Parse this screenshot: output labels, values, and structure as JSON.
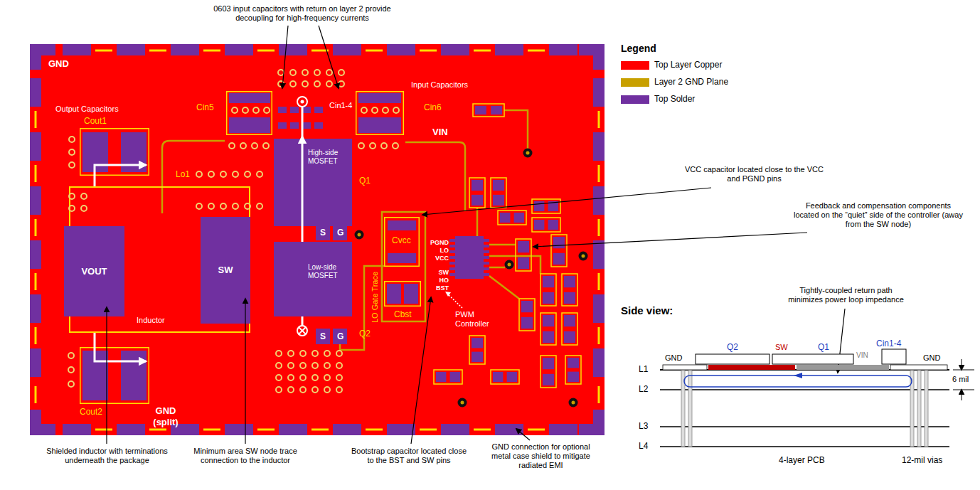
{
  "diagram": {
    "nodes": [
      {
        "text": [
          "GND"
        ]
      },
      {
        "text": [
          "Cin5"
        ],
        "in": 0
      },
      {
        "text": [
          "Cin1-4"
        ],
        "in": 0
      },
      {
        "text": [
          "Cin6"
        ],
        "in": 0
      },
      {
        "text": [
          "Cout1"
        ],
        "in": 0
      },
      {
        "text": [
          "High-side MOSFET",
          "Q1"
        ],
        "in": 0
      },
      {
        "text": [
          "Lo1",
          "Inductor"
        ],
        "in": 0
      },
      {
        "text": [
          "VOUT"
        ],
        "in": 6
      },
      {
        "text": [
          "SW"
        ],
        "in": 6
      },
      {
        "text": [
          "Low-side MOSFET",
          "Q2"
        ],
        "in": 0
      },
      {
        "text": [
          "Cvcc"
        ],
        "in": 0
      },
      {
        "text": [
          "Cbst"
        ],
        "in": 0
      },
      {
        "text": [
          "Cout2"
        ],
        "in": 0
      }
    ],
    "edges": [
      {
        "from": 9,
        "to": 2,
        "arrow": "to"
      }
    ],
    "labels": [
      "0603 input capacitors with return on layer 2 provide decoupling for high-frequency currents",
      "Input Capacitors",
      "Output Capacitors",
      "VIN",
      "S",
      "G",
      "S",
      "G",
      "LO Gate Trace",
      "PGND",
      "LO",
      "VCC",
      "SW",
      "HO",
      "BST",
      "PWM Controller",
      "GND (split)",
      "Legend",
      "VCC capacitor located close to the VCC and PGND pins",
      "Feedback and compensation components located on the “quiet” side of the controller (away from the SW node)",
      "Side view:",
      "Tightly-coupled return path minimizes power loop impedance",
      "GND",
      "Q2",
      "SW",
      "Q1",
      "Cin1-4",
      "VIN",
      "GND",
      "L1",
      "L2",
      "L3",
      "L4",
      "6 mil",
      "4-layer PCB",
      "12-mil vias",
      "Shielded inductor with terminations underneath the package",
      "Minimum area SW node trace connection to the inductor",
      "Bootstrap capacitor located close to the BST and SW pins",
      "GND connection for optional metal case shield to mitigate radiated EMI"
    ],
    "legend": [
      {
        "text": "Top Layer Copper",
        "color": "#ff0000"
      },
      {
        "text": "Layer 2 GND Plane",
        "color": "#c8a000"
      },
      {
        "text": "Top Solder",
        "color": "#7030a0"
      }
    ]
  }
}
